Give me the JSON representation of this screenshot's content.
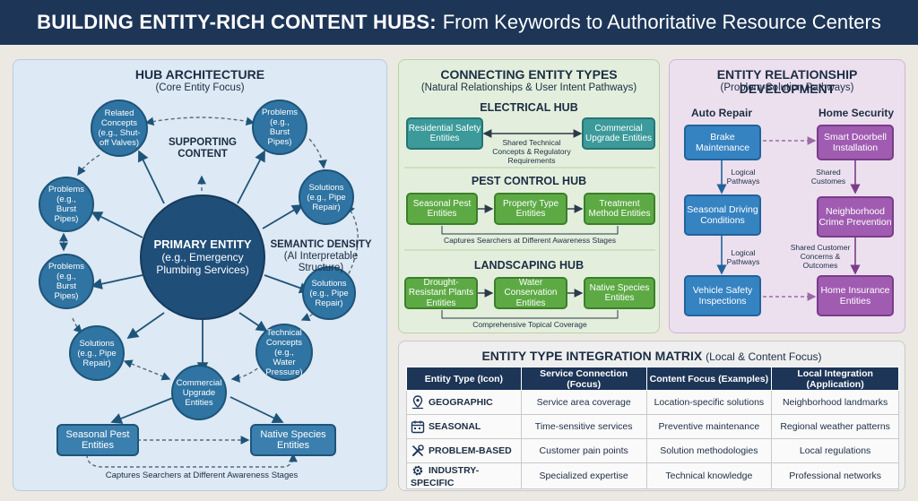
{
  "title": {
    "bold": "BUILDING ENTITY-RICH CONTENT HUBS:",
    "rest": "From Keywords to Authoritative Resource Centers"
  },
  "hub": {
    "title": "HUB ARCHITECTURE",
    "subtitle": "(Core Entity Focus)",
    "primary": {
      "title": "PRIMARY ENTITY",
      "detail": "(e.g., Emergency Plumbing Services)"
    },
    "supporting_label": "SUPPORTING CONTENT",
    "density_label": "SEMANTIC DENSITY",
    "density_sub": "(AI Interpretable Structure)",
    "nodes": [
      "Related Concepts (e.g., Shut-off Valves)",
      "Problems (e.g., Burst Pipes)",
      "Solutions (e.g., Pipe Repair)",
      "Solutions (e.g., Pipe Repair)",
      "Technical Concepts (e.g., Water Pressure)",
      "Commercial Upgrade Entities",
      "Solutions (e.g., Pipe Repair)",
      "Problems (e.g., Burst Pipes)",
      "Problems (e.g., Burst Pipes)"
    ],
    "bottom_left": "Seasonal Pest Entities",
    "bottom_right": "Native Species Entities",
    "caption": "Captures Searchers at Different Awareness Stages"
  },
  "connect": {
    "title": "CONNECTING ENTITY TYPES",
    "subtitle": "(Natural Relationships & User Intent Pathways)",
    "electrical": {
      "title": "ELECTRICAL HUB",
      "left": "Residential Safety Entities",
      "right": "Commercial Upgrade Entities",
      "note": "Shared Technical Concepts & Regulatory Requirements"
    },
    "pest": {
      "title": "PEST CONTROL HUB",
      "boxes": [
        "Seasonal Pest Entities",
        "Property Type Entities",
        "Treatment Method Entities"
      ],
      "note": "Captures Searchers at Different Awareness Stages"
    },
    "landscaping": {
      "title": "LANDSCAPING HUB",
      "boxes": [
        "Drought-Resistant Plants Entities",
        "Water Conservation Entities",
        "Native Species Entities"
      ],
      "note": "Comprehensive Topical Coverage"
    }
  },
  "relation": {
    "title": "ENTITY RELATIONSHIP DEVELOPMENT",
    "subtitle": "(Problem-Solution Pathways)",
    "auto": {
      "head": "Auto Repair",
      "boxes": [
        "Brake Maintenance",
        "Seasonal Driving Conditions",
        "Vehicle Safety Inspections"
      ],
      "notes": [
        "Logical Pathways",
        "Logical Pathways"
      ]
    },
    "home": {
      "head": "Home Security",
      "boxes": [
        "Smart Doorbell Installation",
        "Neighborhood Crime Prevention",
        "Home Insurance Entities"
      ],
      "notes": [
        "Shared Customes",
        "Shared Customer Concerns & Outcomes"
      ]
    }
  },
  "matrix": {
    "title": "ENTITY TYPE INTEGRATION MATRIX",
    "title_suffix": "(Local & Content Focus)",
    "headers": [
      "Entity Type (Icon)",
      "Service Connection (Focus)",
      "Content Focus (Examples)",
      "Local Integration (Application)"
    ],
    "rows": [
      {
        "icon": "location-pin-icon",
        "type": "GEOGRAPHIC",
        "service": "Service area coverage",
        "content": "Location-specific solutions",
        "local": "Neighborhood landmarks"
      },
      {
        "icon": "calendar-icon",
        "type": "SEASONAL",
        "service": "Time-sensitive services",
        "content": "Preventive maintenance",
        "local": "Regional weather patterns"
      },
      {
        "icon": "tools-icon",
        "type": "PROBLEM-BASED",
        "service": "Customer pain points",
        "content": "Solution methodologies",
        "local": "Local regulations"
      },
      {
        "icon": "gear-icon",
        "type": "INDUSTRY-SPECIFIC",
        "service": "Specialized expertise",
        "content": "Technical knowledge",
        "local": "Professional networks"
      }
    ]
  },
  "colors": {
    "navy": "#1d3557",
    "hub_blue": "#2f74a3",
    "teal": "#3c9a9a",
    "green": "#5daa45",
    "purple": "#a05cb1"
  }
}
